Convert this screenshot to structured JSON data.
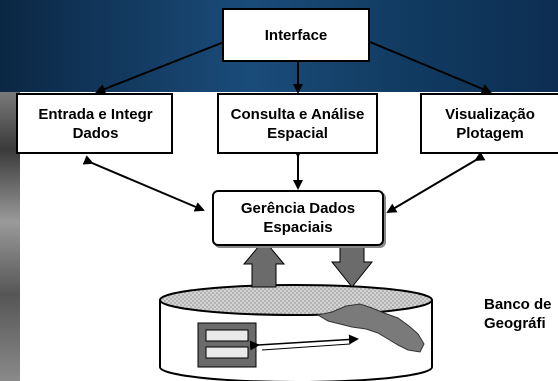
{
  "diagram": {
    "nodes": {
      "interface": {
        "text": "Interface"
      },
      "entrada": {
        "line1": "Entrada e Integr",
        "line2": "Dados"
      },
      "consulta": {
        "line1": "Consulta e Análise",
        "line2": "Espacial"
      },
      "visualizacao": {
        "line1": "Visualização",
        "line2": "Plotagem"
      },
      "gerencia": {
        "line1": "Gerência Dados",
        "line2": "Espaciais"
      }
    },
    "banco_label": {
      "line1": "Banco de",
      "line2": "Geográfi"
    }
  },
  "colors": {
    "background_band": "#123c63",
    "box_fill": "#ffffff",
    "border": "#000000",
    "arrow_gray": "#6b6b6b",
    "cylinder_top": "#c8c8c8",
    "map_fill": "#7a7a7a"
  }
}
